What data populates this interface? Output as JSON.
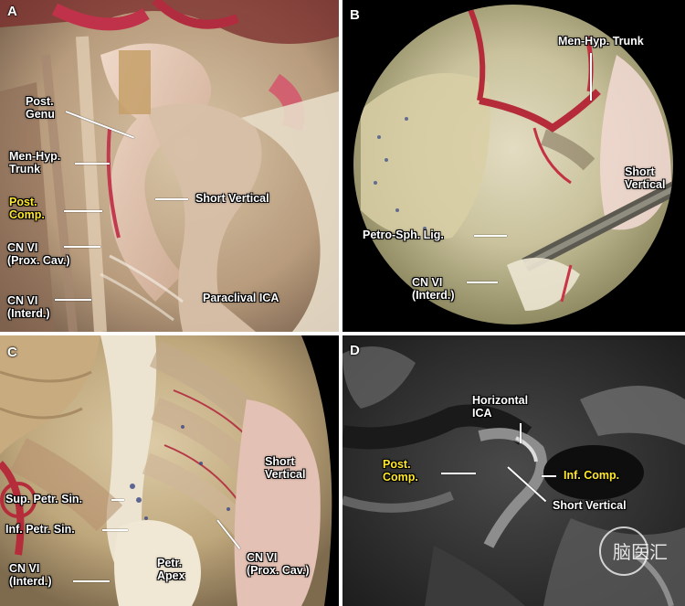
{
  "panels": {
    "a": {
      "letter": "A",
      "labels": {
        "post_genu": [
          "Post.",
          "Genu"
        ],
        "men_hyp_trunk": [
          "Men-Hyp.",
          "Trunk"
        ],
        "post_comp": [
          "Post.",
          "Comp."
        ],
        "cn6_prox_cav": [
          "CN VI",
          "(Prox. Cav.)"
        ],
        "cn6_interd": [
          "CN VI",
          "(Interd.)"
        ],
        "short_vertical": "Short Vertical",
        "paraclival_ica": "Paraclival ICA"
      }
    },
    "b": {
      "letter": "B",
      "labels": {
        "men_hyp_trunk": "Men-Hyp. Trunk",
        "short_vertical": [
          "Short",
          "Vertical"
        ],
        "petro_sph_lig": "Petro-Sph. Lig.",
        "cn6_interd": [
          "CN VI",
          "(Interd.)"
        ]
      }
    },
    "c": {
      "letter": "C",
      "labels": {
        "short_vertical": [
          "Short",
          "Vertical"
        ],
        "sup_petr_sin": "Sup. Petr. Sin.",
        "inf_petr_sin": "Inf. Petr. Sin.",
        "cn6_interd": [
          "CN VI",
          "(Interd.)"
        ],
        "petr_apex": [
          "Petr.",
          "Apex"
        ],
        "cn6_prox_cav": [
          "CN VI",
          "(Prox. Cav.)"
        ]
      }
    },
    "d": {
      "letter": "D",
      "labels": {
        "horizontal_ica": [
          "Horizontal",
          "ICA"
        ],
        "post_comp": [
          "Post.",
          "Comp."
        ],
        "inf_comp": "Inf. Comp.",
        "short_vertical": "Short Vertical"
      },
      "watermark_text": "脑医汇"
    }
  },
  "colors": {
    "label_white": "#ffffff",
    "label_yellow": "#ffe82a",
    "divider": "#ffffff"
  }
}
